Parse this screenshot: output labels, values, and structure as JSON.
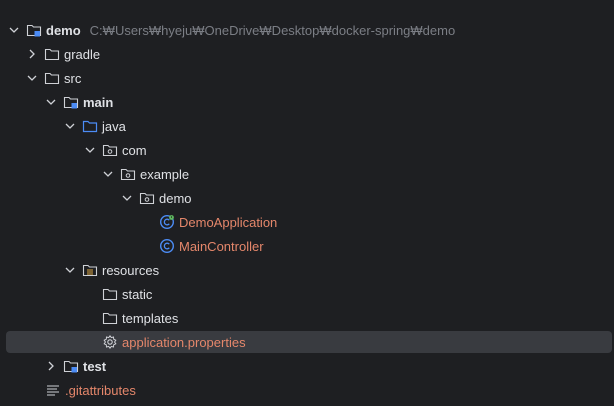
{
  "tree": {
    "root": {
      "label": "demo",
      "path": "C:₩Users₩hyeju₩OneDrive₩Desktop₩docker-spring₩demo"
    },
    "gradle": {
      "label": "gradle"
    },
    "src": {
      "label": "src"
    },
    "main": {
      "label": "main"
    },
    "java": {
      "label": "java"
    },
    "com": {
      "label": "com"
    },
    "example": {
      "label": "example"
    },
    "demo_pkg": {
      "label": "demo"
    },
    "demo_application": {
      "label": "DemoApplication"
    },
    "main_controller": {
      "label": "MainController"
    },
    "resources": {
      "label": "resources"
    },
    "static": {
      "label": "static"
    },
    "templates": {
      "label": "templates"
    },
    "application_properties": {
      "label": "application.properties"
    },
    "test": {
      "label": "test"
    },
    "gitattributes": {
      "label": ".gitattributes"
    }
  },
  "colors": {
    "background": "#1e1f22",
    "selection": "#393b40",
    "text": "#dfe1e5",
    "modified_text": "#e5876b",
    "path_text": "#7b7e85",
    "source_blue": "#4c8cf5"
  },
  "icons": {
    "expanded": "chevron-down-icon",
    "collapsed": "chevron-right-icon",
    "folder": "folder-icon",
    "module": "module-folder-icon",
    "source_root": "source-folder-icon",
    "package": "package-icon",
    "resources_root": "resources-folder-icon",
    "spring_class": "spring-boot-class-icon",
    "class": "class-icon",
    "settings_file": "gear-icon",
    "text_file": "text-file-icon"
  }
}
